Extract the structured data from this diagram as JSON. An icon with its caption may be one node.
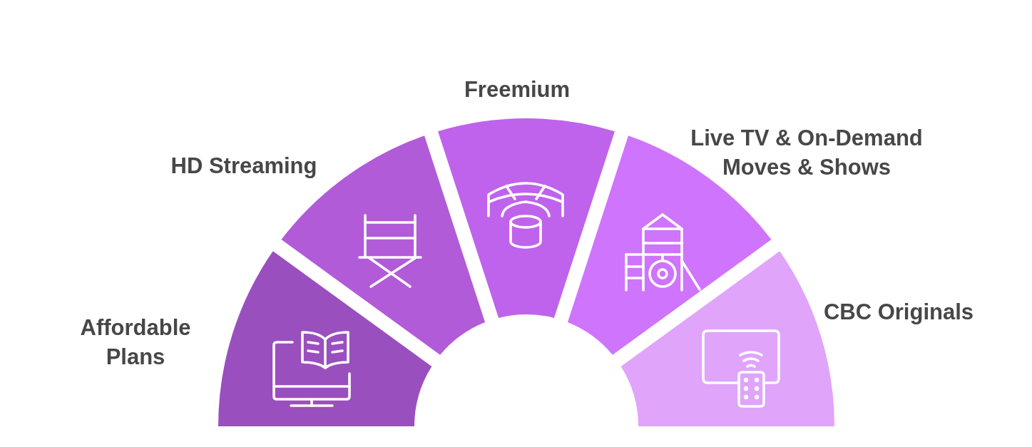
{
  "diagram": {
    "nodes": [
      {
        "text": [
          "Affordable Plans"
        ]
      },
      {
        "text": [
          "HD Streaming"
        ]
      },
      {
        "text": [
          "Freemium"
        ]
      },
      {
        "text": [
          "Live TV & On-Demand Moves & Shows"
        ]
      },
      {
        "text": [
          "CBC Originals"
        ]
      }
    ]
  }
}
